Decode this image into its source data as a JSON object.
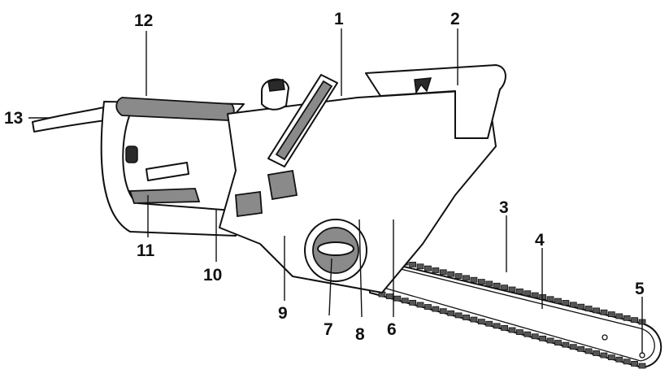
{
  "diagram": {
    "labels": [
      {
        "id": "1",
        "text": "1"
      },
      {
        "id": "2",
        "text": "2"
      },
      {
        "id": "3",
        "text": "3"
      },
      {
        "id": "4",
        "text": "4"
      },
      {
        "id": "5",
        "text": "5"
      },
      {
        "id": "6",
        "text": "6"
      },
      {
        "id": "7",
        "text": "7"
      },
      {
        "id": "8",
        "text": "8"
      },
      {
        "id": "9",
        "text": "9"
      },
      {
        "id": "10",
        "text": "10"
      },
      {
        "id": "11",
        "text": "11"
      },
      {
        "id": "12",
        "text": "12"
      },
      {
        "id": "13",
        "text": "13"
      }
    ]
  },
  "colors": {
    "ink": "#111111",
    "accent_grey": "#8a8a8a",
    "background": "#ffffff"
  }
}
